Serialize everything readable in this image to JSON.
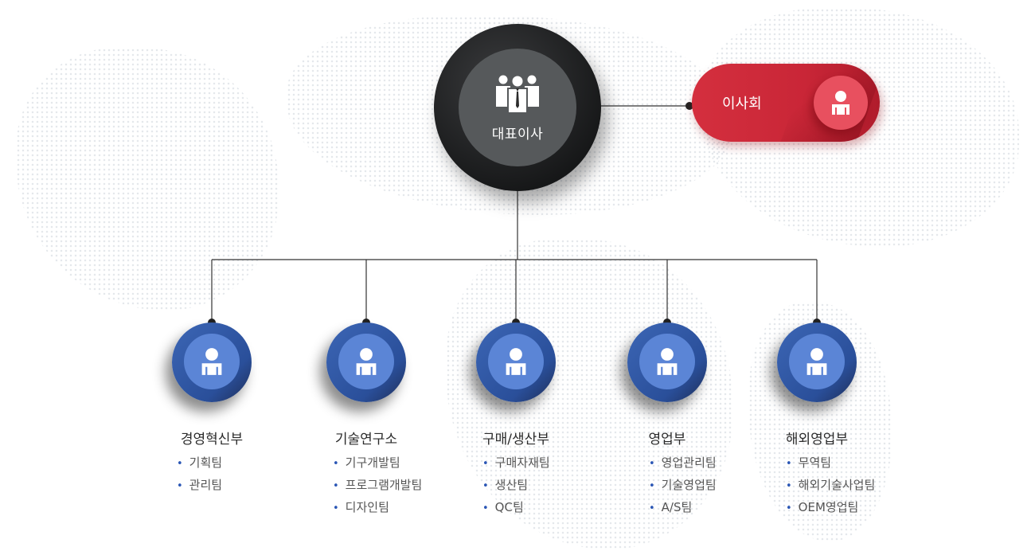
{
  "ceo": {
    "label": "대표이사",
    "icon": "group-people-icon"
  },
  "board": {
    "label": "이사회",
    "icon": "person-icon"
  },
  "departments": [
    {
      "name": "경영혁신부",
      "teams": [
        "기획팀",
        "관리팀"
      ]
    },
    {
      "name": "기술연구소",
      "teams": [
        "기구개발팀",
        "프로그램개발팀",
        "디자인팀"
      ]
    },
    {
      "name": "구매/생산부",
      "teams": [
        "구매자재팀",
        "생산팀",
        "QC팀"
      ]
    },
    {
      "name": "영업부",
      "teams": [
        "영업관리팀",
        "기술영업팀",
        "A/S팀"
      ]
    },
    {
      "name": "해외영업부",
      "teams": [
        "무역팀",
        "해외기술사업팀",
        "OEM영업팀"
      ]
    }
  ],
  "colors": {
    "ceo_outer": "#1c1d1e",
    "ceo_inner": "#56595b",
    "board": "#c92637",
    "dept_outer": "#2a4f9a",
    "dept_inner": "#5b85d6",
    "bullet": "#2a56b5"
  }
}
